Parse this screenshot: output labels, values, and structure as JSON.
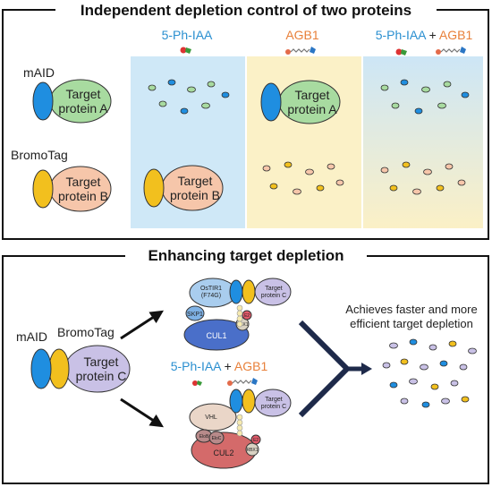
{
  "panel1": {
    "title": "Independent depletion control of two proteins",
    "col_5ph": "5-Ph-IAA",
    "col_agb1": "AGB1",
    "col_combo_a": "5-Ph-IAA",
    "col_combo_plus": " + ",
    "col_combo_b": "AGB1",
    "tag_a": "mAID",
    "tag_b": "BromoTag",
    "protein_a_line1": "Target",
    "protein_a_line2": "protein A",
    "protein_b_line1": "Target",
    "protein_b_line2": "protein B"
  },
  "panel2": {
    "title": "Enhancing target depletion",
    "tag_a": "mAID",
    "tag_b": "BromoTag",
    "protein_c_line1": "Target",
    "protein_c_line2": "protein C",
    "ostir_line1": "OsTIR1",
    "ostir_line2": "(F74G)",
    "skp1": "SKP1",
    "cul1": "CUL1",
    "e2": "E2",
    "rbx1": "RBX1",
    "vhl": "VHL",
    "elob": "EloB",
    "eloc": "EloC",
    "cul2": "CUL2",
    "small_target_line1": "Target",
    "small_target_line2": "protein C",
    "mid_a": "5-Ph-IAA",
    "mid_plus": " + ",
    "mid_b": "AGB1",
    "result_line1": "Achieves faster and more",
    "result_line2": "efficient target depletion"
  },
  "colors": {
    "maid": "#1f8ee0",
    "bromotag": "#f2c01e",
    "protein_a": "#a8dba0",
    "protein_b": "#f6c6aa",
    "protein_c": "#c9c1e6",
    "col_5ph_bg": "#cfe8f7",
    "col_agb1_bg": "#fbf1c7",
    "label_blue": "#2a8fd0",
    "label_orange": "#e8803a"
  }
}
